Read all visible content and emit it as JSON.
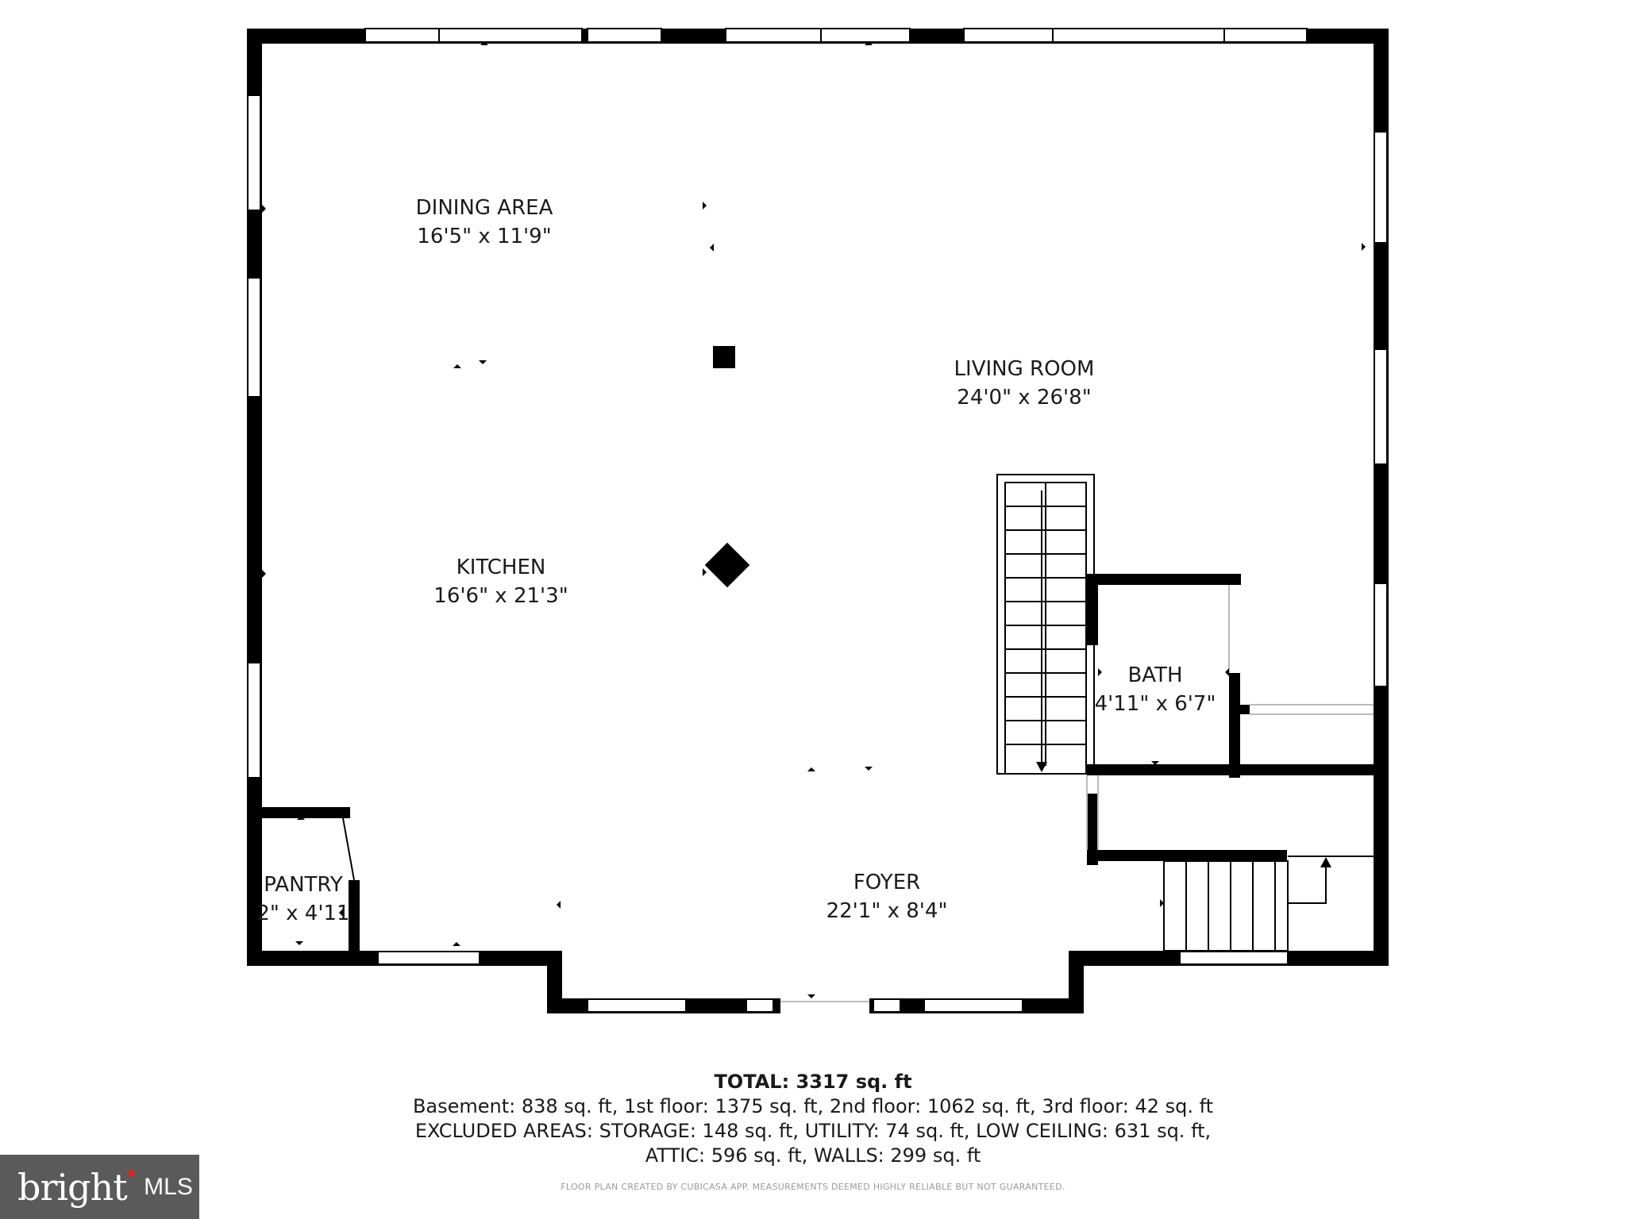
{
  "rooms": [
    {
      "name": "DINING AREA",
      "dims": "16'5\" x 11'9\""
    },
    {
      "name": "LIVING ROOM",
      "dims": "24'0\" x 26'8\""
    },
    {
      "name": "KITCHEN",
      "dims": "16'6\" x 21'3\""
    },
    {
      "name": "BATH",
      "dims": "4'11\" x 6'7\""
    },
    {
      "name": "PANTRY",
      "dims": "2\" x 4'11"
    },
    {
      "name": "FOYER",
      "dims": "22'1\" x 8'4\""
    }
  ],
  "summary": {
    "total": "TOTAL: 3317 sq. ft",
    "line1": "Basement: 838 sq. ft, 1st floor: 1375 sq. ft, 2nd floor: 1062 sq. ft, 3rd floor: 42 sq. ft",
    "line2": "EXCLUDED AREAS: STORAGE: 148 sq. ft, UTILITY: 74 sq. ft, LOW CEILING: 631 sq. ft,",
    "line3": "ATTIC: 596 sq. ft, WALLS: 299 sq. ft"
  },
  "credit": "FLOOR PLAN CREATED BY CUBICASA APP. MEASUREMENTS DEEMED HIGHLY RELIABLE BUT NOT GUARANTEED.",
  "logo": {
    "brand": "bright",
    "suffix": "MLS"
  },
  "colors": {
    "wall": "#000000",
    "logo_bg": "#5a5a5a",
    "logo_accent": "#e2231a"
  }
}
